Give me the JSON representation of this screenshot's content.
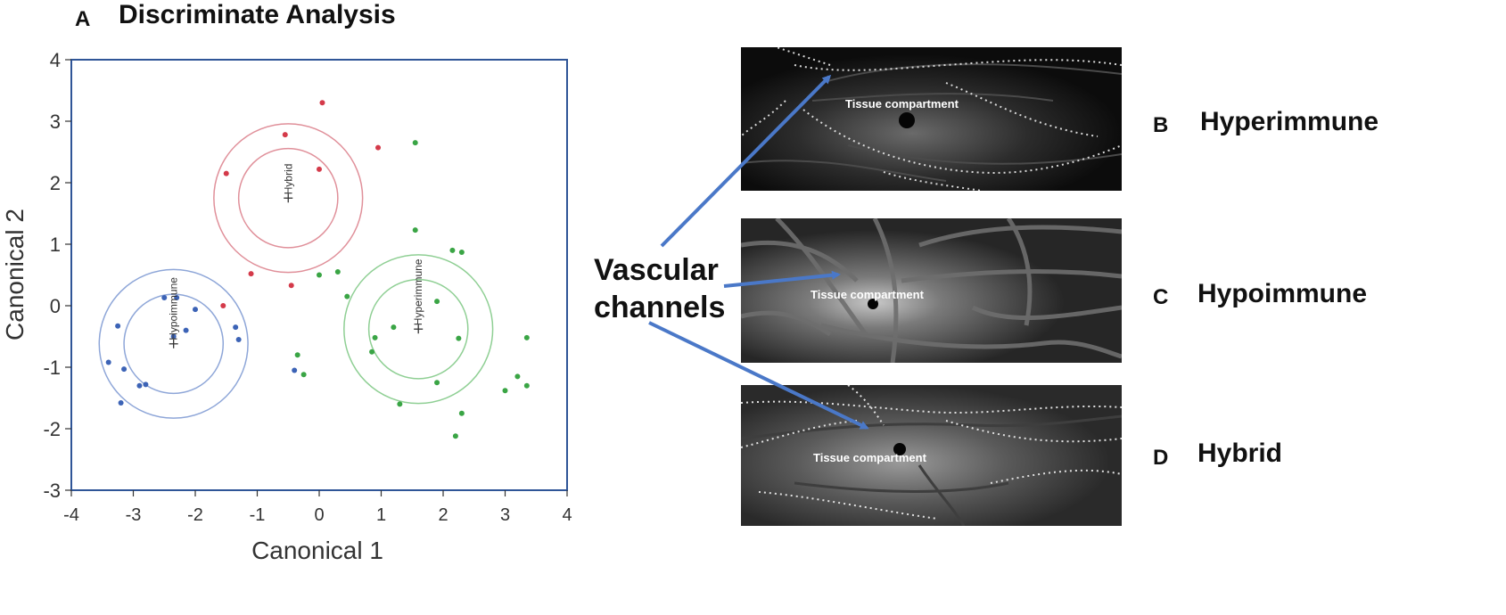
{
  "panel_a": {
    "letter": "A",
    "title": "Discriminate Analysis"
  },
  "chart_data": {
    "type": "scatter",
    "title": "Discriminate Analysis",
    "xlabel": "Canonical 1",
    "ylabel": "Canonical 2",
    "xlim": [
      -4,
      4
    ],
    "ylim": [
      -3,
      4
    ],
    "xticks": [
      -4,
      -3,
      -2,
      -1,
      0,
      1,
      2,
      3,
      4
    ],
    "yticks": [
      -3,
      -2,
      -1,
      0,
      1,
      2,
      3,
      4
    ],
    "grid": false,
    "series": [
      {
        "name": "Hybrid",
        "color": "#d43a4a",
        "centroid": [
          -0.5,
          1.75
        ],
        "points": [
          [
            0.05,
            3.3
          ],
          [
            -0.55,
            2.78
          ],
          [
            -1.5,
            2.15
          ],
          [
            0.0,
            2.22
          ],
          [
            0.95,
            2.57
          ],
          [
            -1.1,
            0.52
          ],
          [
            -0.45,
            0.33
          ],
          [
            -1.55,
            0.0
          ]
        ]
      },
      {
        "name": "Hypoimmune",
        "color": "#3c63b6",
        "centroid": [
          -2.35,
          -0.62
        ],
        "points": [
          [
            -2.5,
            0.13
          ],
          [
            -2.3,
            0.13
          ],
          [
            -3.25,
            -0.33
          ],
          [
            -2.0,
            -0.06
          ],
          [
            -2.15,
            -0.4
          ],
          [
            -2.35,
            -0.5
          ],
          [
            -1.35,
            -0.35
          ],
          [
            -1.3,
            -0.55
          ],
          [
            -3.15,
            -1.03
          ],
          [
            -3.4,
            -0.92
          ],
          [
            -2.9,
            -1.3
          ],
          [
            -2.8,
            -1.28
          ],
          [
            -3.2,
            -1.58
          ],
          [
            -0.4,
            -1.05
          ]
        ]
      },
      {
        "name": "Hyperimmune",
        "color": "#3aa545",
        "centroid": [
          1.6,
          -0.38
        ],
        "points": [
          [
            1.55,
            2.65
          ],
          [
            1.55,
            1.23
          ],
          [
            2.15,
            0.9
          ],
          [
            2.3,
            0.87
          ],
          [
            0.3,
            0.55
          ],
          [
            0.0,
            0.5
          ],
          [
            0.45,
            0.15
          ],
          [
            1.9,
            0.07
          ],
          [
            1.2,
            -0.35
          ],
          [
            0.9,
            -0.52
          ],
          [
            2.25,
            -0.53
          ],
          [
            0.85,
            -0.75
          ],
          [
            3.35,
            -0.52
          ],
          [
            -0.35,
            -0.8
          ],
          [
            -0.25,
            -1.12
          ],
          [
            1.9,
            -1.25
          ],
          [
            1.3,
            -1.6
          ],
          [
            3.2,
            -1.15
          ],
          [
            3.0,
            -1.38
          ],
          [
            3.35,
            -1.3
          ],
          [
            2.3,
            -1.75
          ],
          [
            2.2,
            -2.12
          ]
        ]
      }
    ]
  },
  "images": [
    {
      "letter": "B",
      "label": "Hyperimmune",
      "compartment_text": "Tissue compartment"
    },
    {
      "letter": "C",
      "label": "Hypoimmune",
      "compartment_text": "Tissue compartment"
    },
    {
      "letter": "D",
      "label": "Hybrid",
      "compartment_text": "Tissue compartment"
    }
  ],
  "annotation": {
    "line1": "Vascular",
    "line2": "channels",
    "arrow_color": "#4a78c8"
  }
}
